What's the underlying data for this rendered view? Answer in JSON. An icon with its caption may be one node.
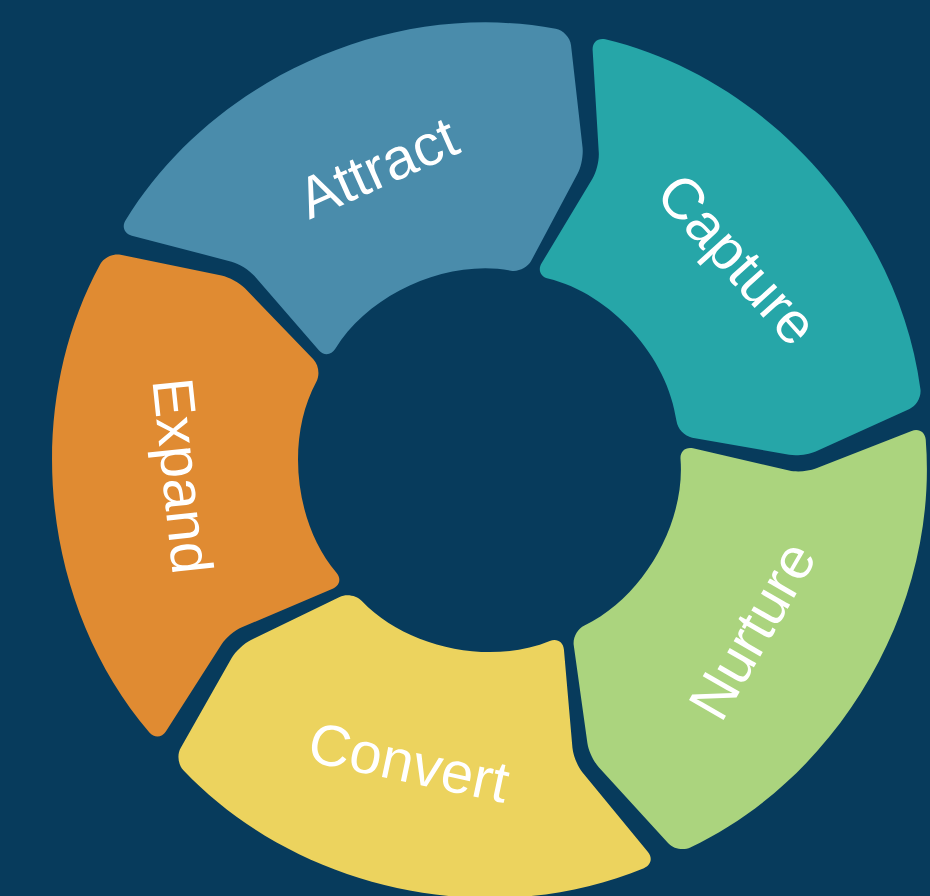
{
  "diagram": {
    "nodes": [
      {
        "text": [
          "Attract"
        ]
      },
      {
        "text": [
          "Capture"
        ]
      },
      {
        "text": [
          "Nurture"
        ]
      },
      {
        "text": [
          "Convert"
        ]
      },
      {
        "text": [
          "Expand"
        ]
      }
    ]
  }
}
